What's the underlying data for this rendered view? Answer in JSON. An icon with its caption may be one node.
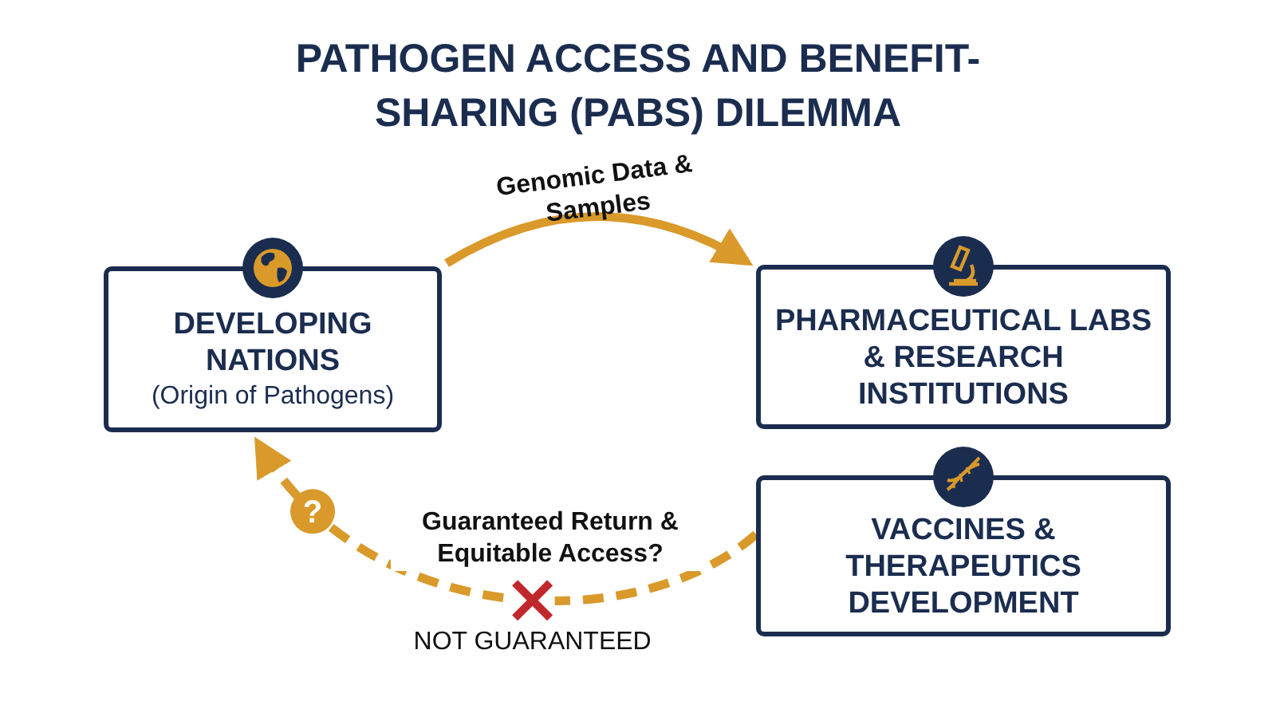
{
  "diagram": {
    "title": "PATHOGEN ACCESS AND BENEFIT-SHARING (PABS) DILEMMA",
    "nodes": [
      {
        "text": [
          "DEVELOPING NATIONS",
          "(Origin of Pathogens)"
        ]
      },
      {
        "text": [
          "PHARMACEUTICAL LABS & RESEARCH INSTITUTIONS"
        ]
      },
      {
        "text": [
          "VACCINES & THERAPEUTICS DEVELOPMENT"
        ]
      }
    ],
    "edges": [
      {
        "from": 0,
        "to": 1,
        "arrow": "to",
        "label": "Genomic Data & Samples"
      },
      {
        "from": 2,
        "to": 0,
        "arrow": "to",
        "style": "dashed",
        "label": "Guaranteed Return & Equitable Access?"
      }
    ],
    "labels": [
      "?",
      "NOT GUARANTEED"
    ]
  }
}
